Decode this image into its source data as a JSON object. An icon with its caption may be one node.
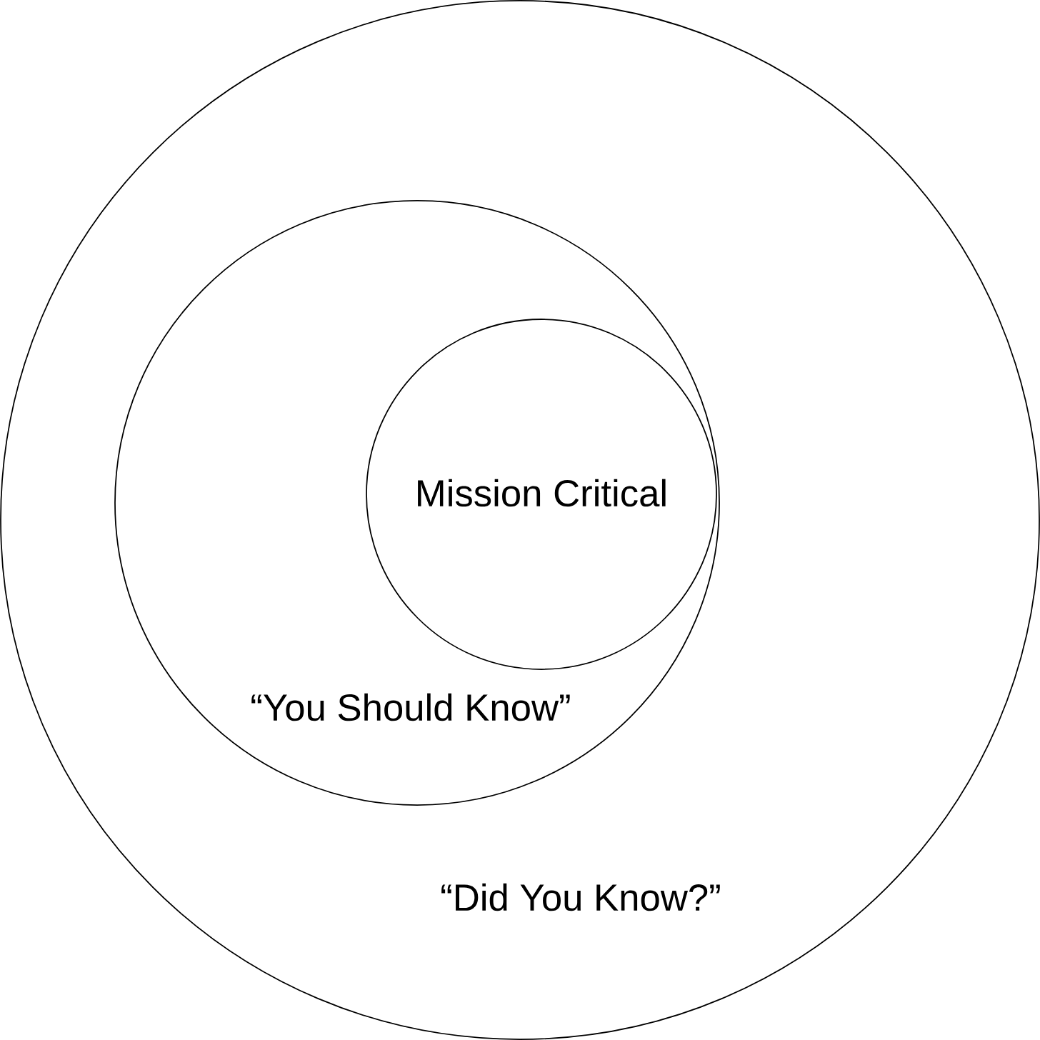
{
  "diagram": {
    "nodes": [
      {
        "text": [
          "“Did You Know?”"
        ]
      },
      {
        "text": [
          "“You Should Know”"
        ],
        "in": 0
      },
      {
        "text": [
          "Mission Critical"
        ],
        "in": 1
      }
    ]
  }
}
